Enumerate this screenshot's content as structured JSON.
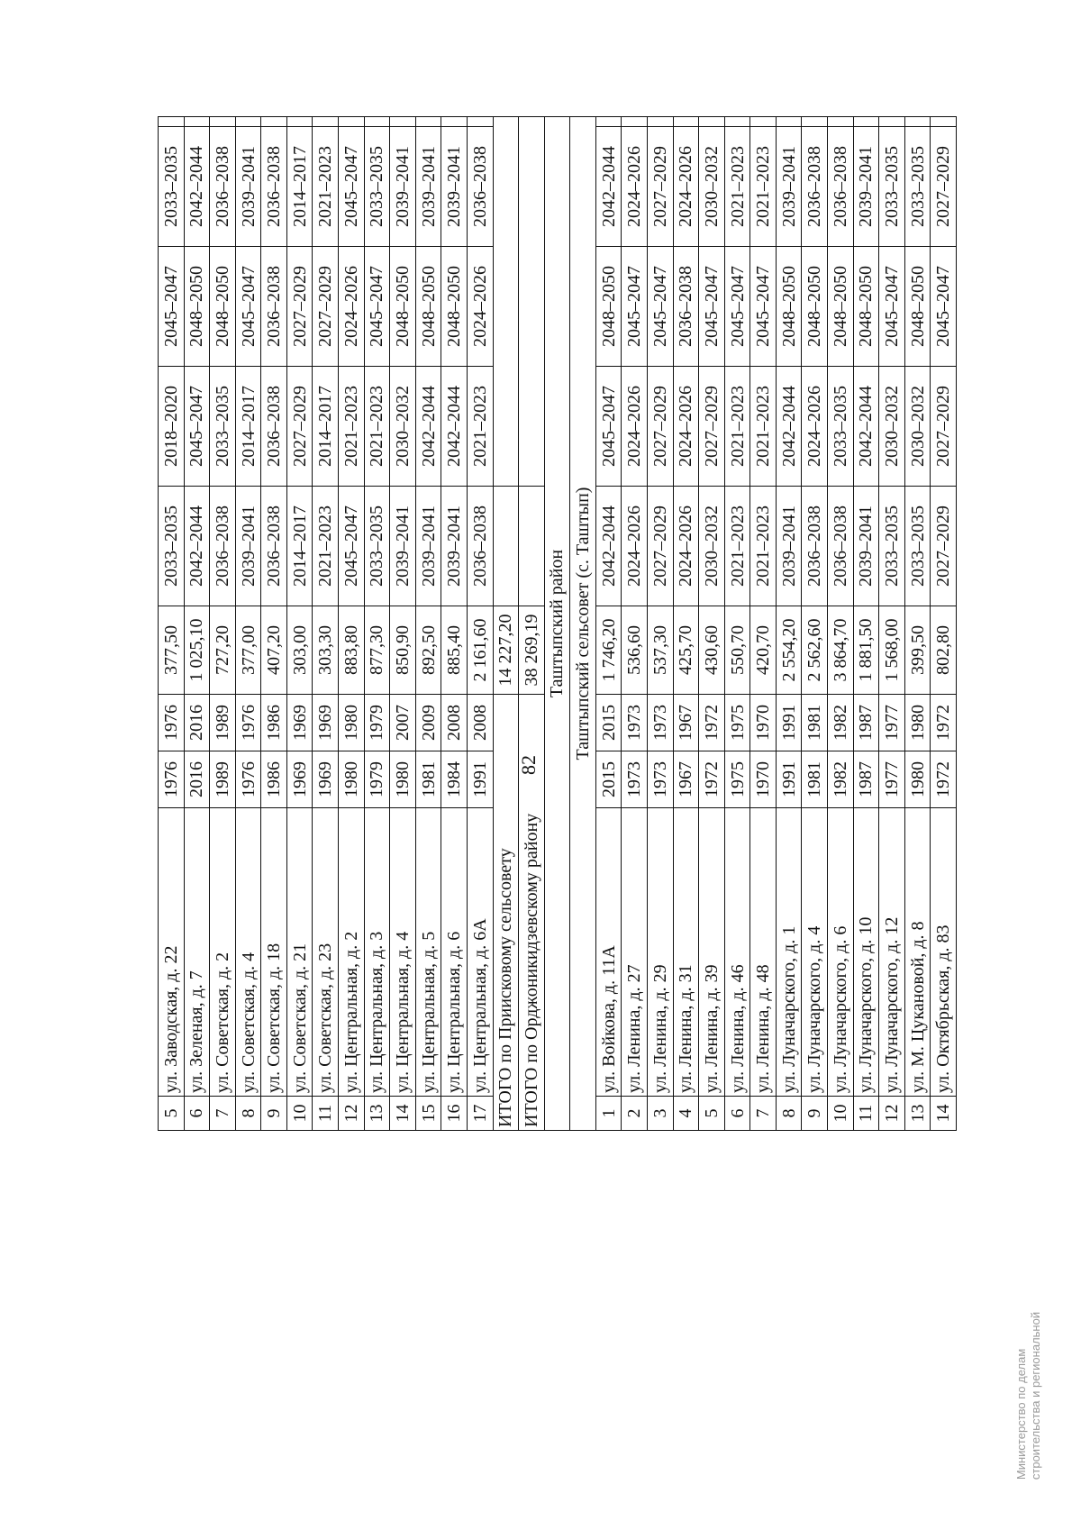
{
  "page_number": "82",
  "table": {
    "rows_part1": [
      {
        "n": "5",
        "address": "ул. Заводская, д. 22",
        "y1": "1976",
        "y2": "1976",
        "area": "377,50",
        "p1": "2033–2035",
        "p2": "2018–2020",
        "p3": "2045–2047",
        "p4": "2033–2035"
      },
      {
        "n": "6",
        "address": "ул. Зеленая, д. 7",
        "y1": "2016",
        "y2": "2016",
        "area": "1 025,10",
        "p1": "2042–2044",
        "p2": "2045–2047",
        "p3": "2048–2050",
        "p4": "2042–2044"
      },
      {
        "n": "7",
        "address": "ул. Советская, д. 2",
        "y1": "1989",
        "y2": "1989",
        "area": "727,20",
        "p1": "2036–2038",
        "p2": "2033–2035",
        "p3": "2048–2050",
        "p4": "2036–2038"
      },
      {
        "n": "8",
        "address": "ул. Советская, д. 4",
        "y1": "1976",
        "y2": "1976",
        "area": "377,00",
        "p1": "2039–2041",
        "p2": "2014–2017",
        "p3": "2045–2047",
        "p4": "2039–2041"
      },
      {
        "n": "9",
        "address": "ул. Советская, д. 18",
        "y1": "1986",
        "y2": "1986",
        "area": "407,20",
        "p1": "2036–2038",
        "p2": "2036–2038",
        "p3": "2036–2038",
        "p4": "2036–2038"
      },
      {
        "n": "10",
        "address": "ул. Советская, д. 21",
        "y1": "1969",
        "y2": "1969",
        "area": "303,00",
        "p1": "2014–2017",
        "p2": "2027–2029",
        "p3": "2027–2029",
        "p4": "2014–2017"
      },
      {
        "n": "11",
        "address": "ул. Советская, д. 23",
        "y1": "1969",
        "y2": "1969",
        "area": "303,30",
        "p1": "2021–2023",
        "p2": "2014–2017",
        "p3": "2027–2029",
        "p4": "2021–2023"
      },
      {
        "n": "12",
        "address": "ул. Центральная, д. 2",
        "y1": "1980",
        "y2": "1980",
        "area": "883,80",
        "p1": "2045–2047",
        "p2": "2021–2023",
        "p3": "2024–2026",
        "p4": "2045–2047"
      },
      {
        "n": "13",
        "address": "ул. Центральная, д. 3",
        "y1": "1979",
        "y2": "1979",
        "area": "877,30",
        "p1": "2033–2035",
        "p2": "2021–2023",
        "p3": "2045–2047",
        "p4": "2033–2035"
      },
      {
        "n": "14",
        "address": "ул. Центральная, д. 4",
        "y1": "1980",
        "y2": "2007",
        "area": "850,90",
        "p1": "2039–2041",
        "p2": "2030–2032",
        "p3": "2048–2050",
        "p4": "2039–2041"
      },
      {
        "n": "15",
        "address": "ул. Центральная, д. 5",
        "y1": "1981",
        "y2": "2009",
        "area": "892,50",
        "p1": "2039–2041",
        "p2": "2042–2044",
        "p3": "2048–2050",
        "p4": "2039–2041"
      },
      {
        "n": "16",
        "address": "ул. Центральная, д. 6",
        "y1": "1984",
        "y2": "2008",
        "area": "885,40",
        "p1": "2039–2041",
        "p2": "2042–2044",
        "p3": "2048–2050",
        "p4": "2039–2041"
      },
      {
        "n": "17",
        "address": "ул. Центральная, д. 6А",
        "y1": "1991",
        "y2": "2008",
        "area": "2 161,60",
        "p1": "2036–2038",
        "p2": "2021–2023",
        "p3": "2024–2026",
        "p4": "2036–2038"
      }
    ],
    "total_1": {
      "label": "ИТОГО по Приисковому сельсовету",
      "value": "14 227,20"
    },
    "total_2": {
      "label": "ИТОГО по Орджоникидзевскому району",
      "value": "38 269,19"
    },
    "section_district": "Таштыпский район",
    "section_council": "Таштыпский сельсовет (с. Таштып)",
    "rows_part2": [
      {
        "n": "1",
        "address": "ул. Войкова, д. 11А",
        "y1": "2015",
        "y2": "2015",
        "area": "1 746,20",
        "p1": "2042–2044",
        "p2": "2045–2047",
        "p3": "2048–2050",
        "p4": "2042–2044"
      },
      {
        "n": "2",
        "address": "ул. Ленина, д. 27",
        "y1": "1973",
        "y2": "1973",
        "area": "536,60",
        "p1": "2024–2026",
        "p2": "2024–2026",
        "p3": "2045–2047",
        "p4": "2024–2026"
      },
      {
        "n": "3",
        "address": "ул. Ленина, д. 29",
        "y1": "1973",
        "y2": "1973",
        "area": "537,30",
        "p1": "2027–2029",
        "p2": "2027–2029",
        "p3": "2045–2047",
        "p4": "2027–2029"
      },
      {
        "n": "4",
        "address": "ул. Ленина, д. 31",
        "y1": "1967",
        "y2": "1967",
        "area": "425,70",
        "p1": "2024–2026",
        "p2": "2024–2026",
        "p3": "2036–2038",
        "p4": "2024–2026"
      },
      {
        "n": "5",
        "address": "ул. Ленина, д. 39",
        "y1": "1972",
        "y2": "1972",
        "area": "430,60",
        "p1": "2030–2032",
        "p2": "2027–2029",
        "p3": "2045–2047",
        "p4": "2030–2032"
      },
      {
        "n": "6",
        "address": "ул. Ленина, д. 46",
        "y1": "1975",
        "y2": "1975",
        "area": "550,70",
        "p1": "2021–2023",
        "p2": "2021–2023",
        "p3": "2045–2047",
        "p4": "2021–2023"
      },
      {
        "n": "7",
        "address": "ул. Ленина, д. 48",
        "y1": "1970",
        "y2": "1970",
        "area": "420,70",
        "p1": "2021–2023",
        "p2": "2021–2023",
        "p3": "2045–2047",
        "p4": "2021–2023"
      },
      {
        "n": "8",
        "address": "ул. Луначарского, д. 1",
        "y1": "1991",
        "y2": "1991",
        "area": "2 554,20",
        "p1": "2039–2041",
        "p2": "2042–2044",
        "p3": "2048–2050",
        "p4": "2039–2041"
      },
      {
        "n": "9",
        "address": "ул. Луначарского, д. 4",
        "y1": "1981",
        "y2": "1981",
        "area": "2 562,60",
        "p1": "2036–2038",
        "p2": "2024–2026",
        "p3": "2048–2050",
        "p4": "2036–2038"
      },
      {
        "n": "10",
        "address": "ул. Луначарского, д. 6",
        "y1": "1982",
        "y2": "1982",
        "area": "3 864,70",
        "p1": "2036–2038",
        "p2": "2033–2035",
        "p3": "2048–2050",
        "p4": "2036–2038"
      },
      {
        "n": "11",
        "address": "ул. Луначарского, д. 10",
        "y1": "1987",
        "y2": "1987",
        "area": "1 881,50",
        "p1": "2039–2041",
        "p2": "2042–2044",
        "p3": "2048–2050",
        "p4": "2039–2041"
      },
      {
        "n": "12",
        "address": "ул. Луначарского, д. 12",
        "y1": "1977",
        "y2": "1977",
        "area": "1 568,00",
        "p1": "2033–2035",
        "p2": "2030–2032",
        "p3": "2045–2047",
        "p4": "2033–2035"
      },
      {
        "n": "13",
        "address": "ул. М. Цукановой, д. 8",
        "y1": "1980",
        "y2": "1980",
        "area": "399,50",
        "p1": "2033–2035",
        "p2": "2030–2032",
        "p3": "2048–2050",
        "p4": "2033–2035"
      },
      {
        "n": "14",
        "address": "ул. Октябрьская, д. 83",
        "y1": "1972",
        "y2": "1972",
        "area": "802,80",
        "p1": "2027–2029",
        "p2": "2027–2029",
        "p3": "2045–2047",
        "p4": "2027–2029"
      }
    ]
  },
  "stamp": {
    "line1": "Министерство по делам",
    "line2": "строительства и региональной"
  }
}
